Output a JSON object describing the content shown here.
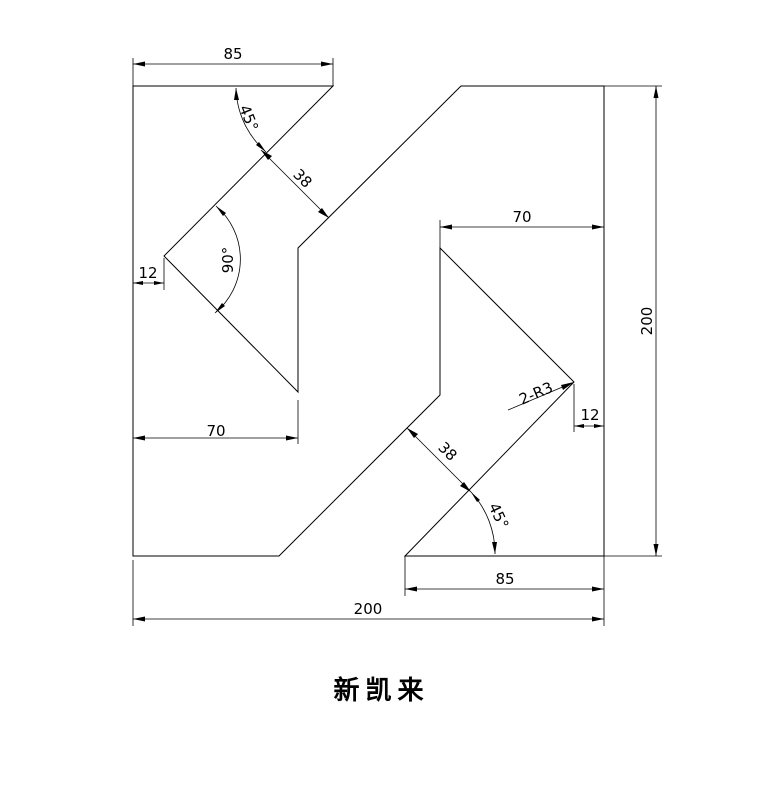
{
  "caption": "新凯来",
  "dimensions": {
    "top_width": "85",
    "top_angle": "45°",
    "upper_gap": "38",
    "left_angle": "90°",
    "left_offset": "12",
    "left_depth": "70",
    "right_depth": "70",
    "right_height": "200",
    "radius_note": "2-R3",
    "right_offset": "12",
    "lower_gap": "38",
    "bottom_angle": "45°",
    "bottom_width": "85",
    "overall_width": "200"
  }
}
